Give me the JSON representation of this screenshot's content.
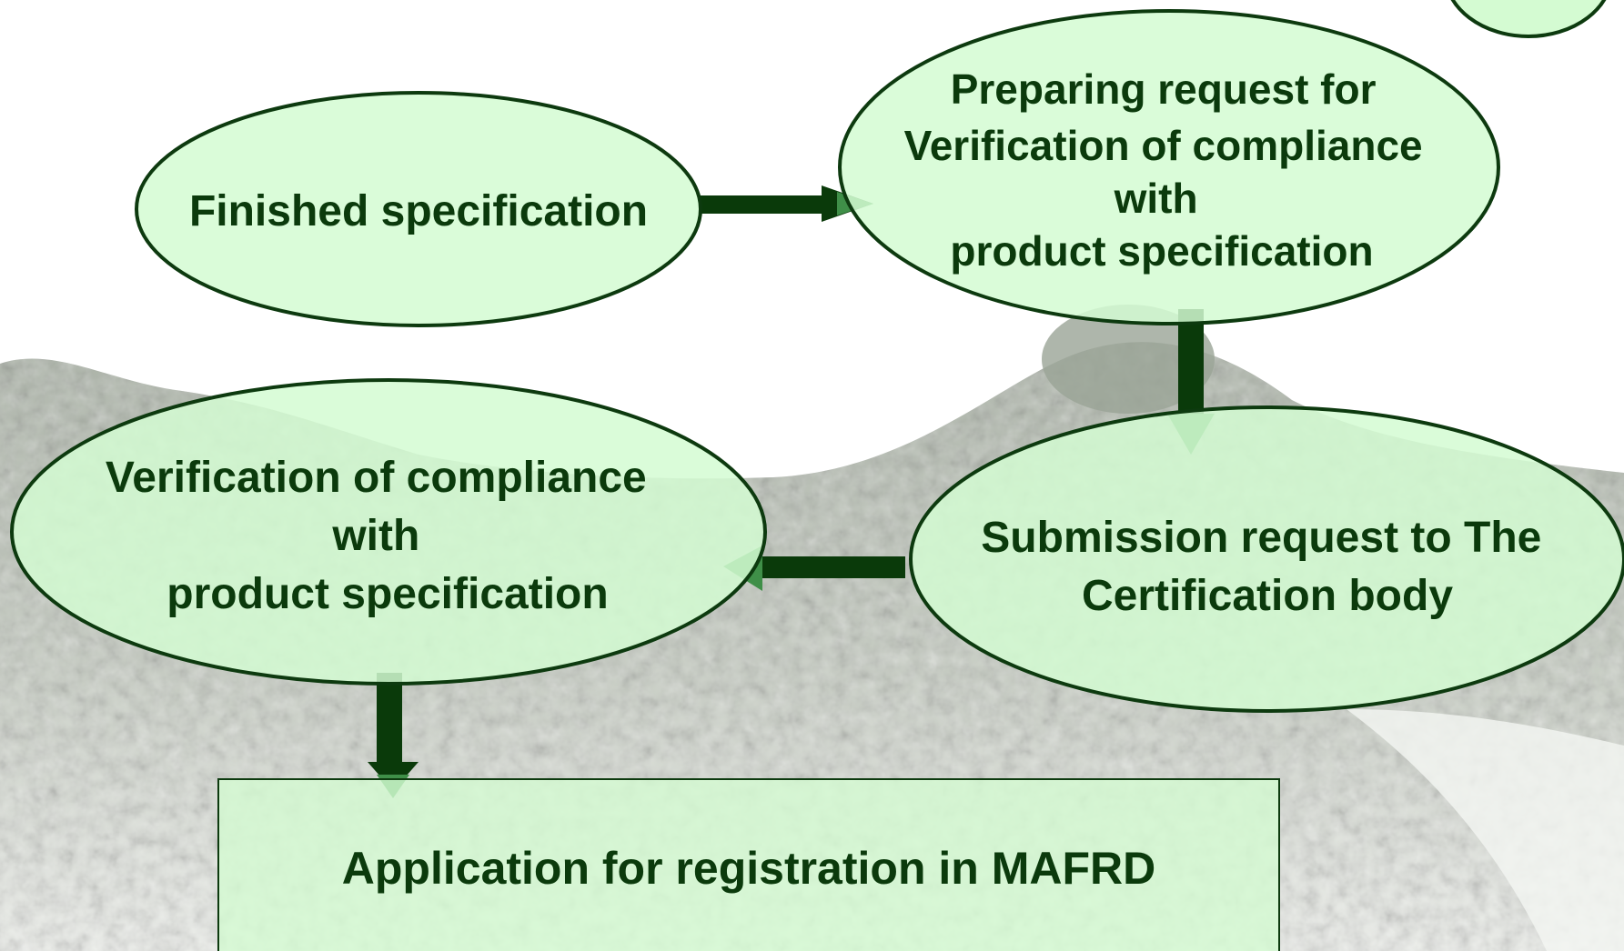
{
  "colors": {
    "node_fill": "#d4fbd2",
    "node_stroke": "#0d3a0f",
    "text": "#0b3a0c",
    "arrow": "#0a3a0a",
    "arrow_head": "#3f8f48",
    "landscape_top": "#b8c0b4",
    "landscape_bottom": "#e9ece6"
  },
  "nodes": {
    "finished_spec": {
      "lines": [
        "Finished specification"
      ]
    },
    "preparing_request": {
      "lines": [
        "Preparing request for",
        "Verification of compliance",
        "with",
        "product specification"
      ]
    },
    "submission_request": {
      "lines": [
        "Submission request to The",
        "Certification body"
      ]
    },
    "verification": {
      "lines": [
        "Verification of compliance",
        "with",
        "product specification"
      ]
    },
    "application": {
      "lines": [
        "Application for registration in MAFRD"
      ]
    }
  }
}
